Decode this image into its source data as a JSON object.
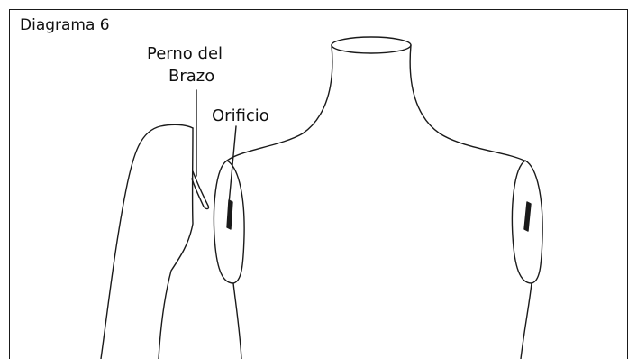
{
  "diagram": {
    "title": "Diagrama 6",
    "labels": {
      "arm_pin_line1": "Perno del",
      "arm_pin_line2": "Brazo",
      "hole": "Orificio"
    }
  },
  "colors": {
    "line": "#1a1a1a",
    "background": "#ffffff"
  }
}
